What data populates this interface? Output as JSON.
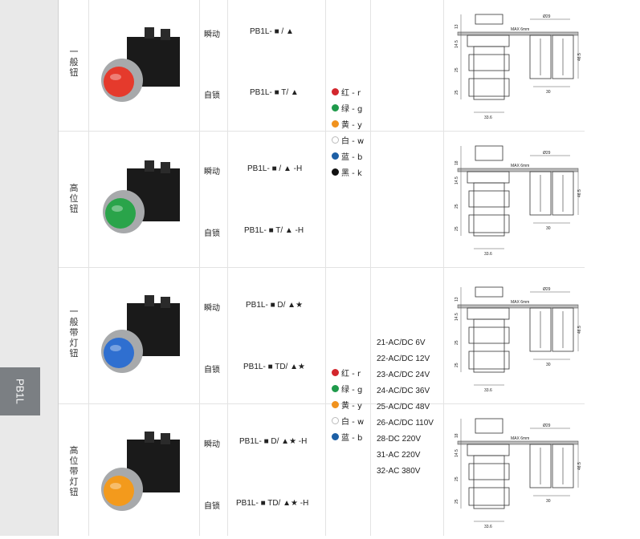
{
  "sidebar": {
    "tab_label": "PB1L"
  },
  "rows": [
    {
      "type_label": "一般钮",
      "momentary": "瞬动",
      "latching": "自锁",
      "model_momentary": "PB1L- ■ / ▲",
      "model_latching": "PB1L- ■ T/ ▲",
      "button_color": "#e53a2c"
    },
    {
      "type_label": "高位钮",
      "momentary": "瞬动",
      "latching": "自锁",
      "model_momentary": "PB1L- ■ / ▲ -H",
      "model_latching": "PB1L- ■ T/ ▲ -H",
      "button_color": "#2aa44a"
    },
    {
      "type_label": "一般带灯钮",
      "momentary": "瞬动",
      "latching": "自锁",
      "model_momentary": "PB1L- ■ D/ ▲★",
      "model_latching": "PB1L- ■ TD/ ▲★",
      "button_color": "#2f6fd0"
    },
    {
      "type_label": "高位带灯钮",
      "momentary": "瞬动",
      "latching": "自锁",
      "model_momentary": "PB1L- ■ D/ ▲★ -H",
      "model_latching": "PB1L- ■ TD/ ▲★ -H",
      "button_color": "#f39a1c"
    }
  ],
  "colors_group1": [
    {
      "label": "红 - r",
      "color": "#d3262d"
    },
    {
      "label": "绿 - g",
      "color": "#1f9a4b"
    },
    {
      "label": "黄 - y",
      "color": "#f0921e"
    },
    {
      "label": "白 - w",
      "color": "#ffffff"
    },
    {
      "label": "蓝 - b",
      "color": "#1d5fa5"
    },
    {
      "label": "黑 - k",
      "color": "#111111"
    }
  ],
  "colors_group2": [
    {
      "label": "红 - r",
      "color": "#d3262d"
    },
    {
      "label": "绿 - g",
      "color": "#1f9a4b"
    },
    {
      "label": "黄 - y",
      "color": "#f0921e"
    },
    {
      "label": "白 - w",
      "color": "#ffffff"
    },
    {
      "label": "蓝 - b",
      "color": "#1d5fa5"
    }
  ],
  "voltages": [
    "21-AC/DC 6V",
    "22-AC/DC 12V",
    "23-AC/DC 24V",
    "24-AC/DC 36V",
    "25-AC/DC 48V",
    "26-AC/DC 110V",
    "28-DC 220V",
    "31-AC 220V",
    "32-AC 380V"
  ],
  "drawing": {
    "max_label": "MAX 6mm",
    "dia": "Ø29",
    "w1": "33.6",
    "w2": "30",
    "h1": "46.5",
    "d1": "13",
    "d2": "14.5",
    "d3": "25",
    "d3b": "25",
    "d_high": "18"
  }
}
